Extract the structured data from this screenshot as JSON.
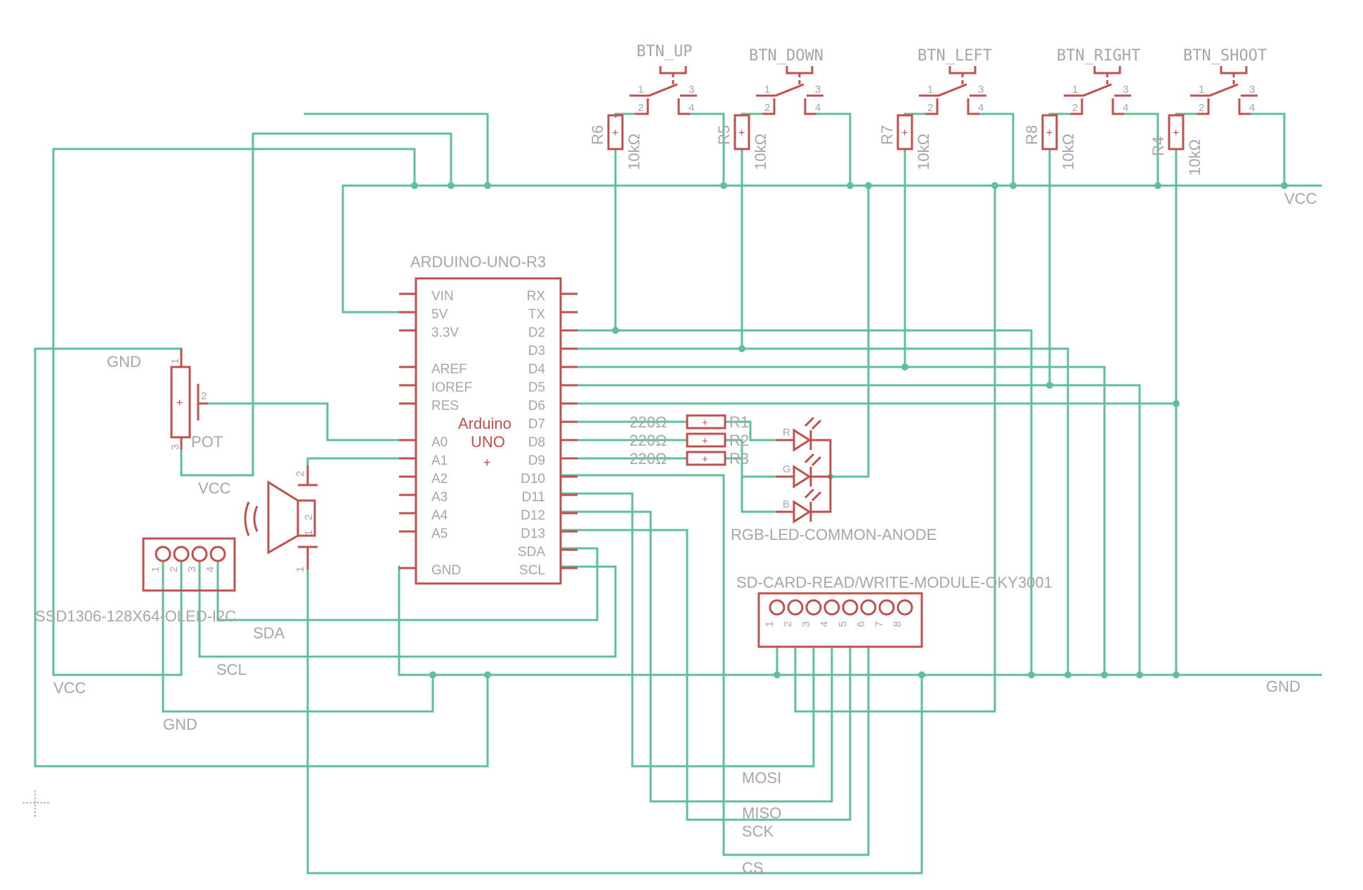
{
  "buttons": [
    {
      "label": "BTN_UP",
      "resistor": "R6",
      "value": "10kΩ"
    },
    {
      "label": "BTN_DOWN",
      "resistor": "R5",
      "value": "10kΩ"
    },
    {
      "label": "BTN_LEFT",
      "resistor": "R7",
      "value": "10kΩ"
    },
    {
      "label": "BTN_RIGHT",
      "resistor": "R8",
      "value": "10kΩ"
    },
    {
      "label": "BTN_SHOOT",
      "resistor": "R4",
      "value": "10kΩ"
    }
  ],
  "switch_pins": [
    "1",
    "2",
    "3",
    "4"
  ],
  "arduino": {
    "part": "ARDUINO-UNO-R3",
    "name_line1": "Arduino",
    "name_line2": "UNO",
    "left_pins": [
      "VIN",
      "5V",
      "3.3V",
      "",
      "AREF",
      "IOREF",
      "RES",
      "",
      "A0",
      "A1",
      "A2",
      "A3",
      "A4",
      "A5",
      "",
      "GND"
    ],
    "right_pins": [
      "RX",
      "TX",
      "D2",
      "D3",
      "D4",
      "D5",
      "D6",
      "D7",
      "D8",
      "D9",
      "D10",
      "D11",
      "D12",
      "D13",
      "SDA",
      "SCL"
    ]
  },
  "rgb": {
    "part": "RGB-LED-COMMON-ANODE",
    "resistors": [
      {
        "value": "220Ω",
        "name": "R1",
        "color": "R"
      },
      {
        "value": "220Ω",
        "name": "R2",
        "color": "G"
      },
      {
        "value": "220Ω",
        "name": "R3",
        "color": "B"
      }
    ]
  },
  "pot": {
    "label": "POT",
    "pins": [
      "1",
      "2",
      "3"
    ]
  },
  "buzzer_pins": [
    "2",
    "1",
    "2",
    "1"
  ],
  "oled": {
    "part": "SSD1306-128X64-OLED-I2C",
    "pins": [
      "1",
      "2",
      "3",
      "4"
    ]
  },
  "sd": {
    "part": "SD-CARD-READ/WRITE-MODULE-OKY3001",
    "pins": [
      "1",
      "2",
      "3",
      "4",
      "5",
      "6",
      "7",
      "8"
    ]
  },
  "net_labels": {
    "vcc_top": "VCC",
    "gnd_right": "GND",
    "gnd_pot": "GND",
    "vcc_pot": "VCC",
    "sda": "SDA",
    "scl": "SCL",
    "vcc_oled": "VCC",
    "gnd_oled": "GND",
    "mosi": "MOSI",
    "miso": "MISO",
    "sck": "SCK",
    "cs": "CS"
  },
  "colors": {
    "wire": "#5fbf98",
    "component": "#c0504d",
    "text": "#a6a6a6"
  }
}
